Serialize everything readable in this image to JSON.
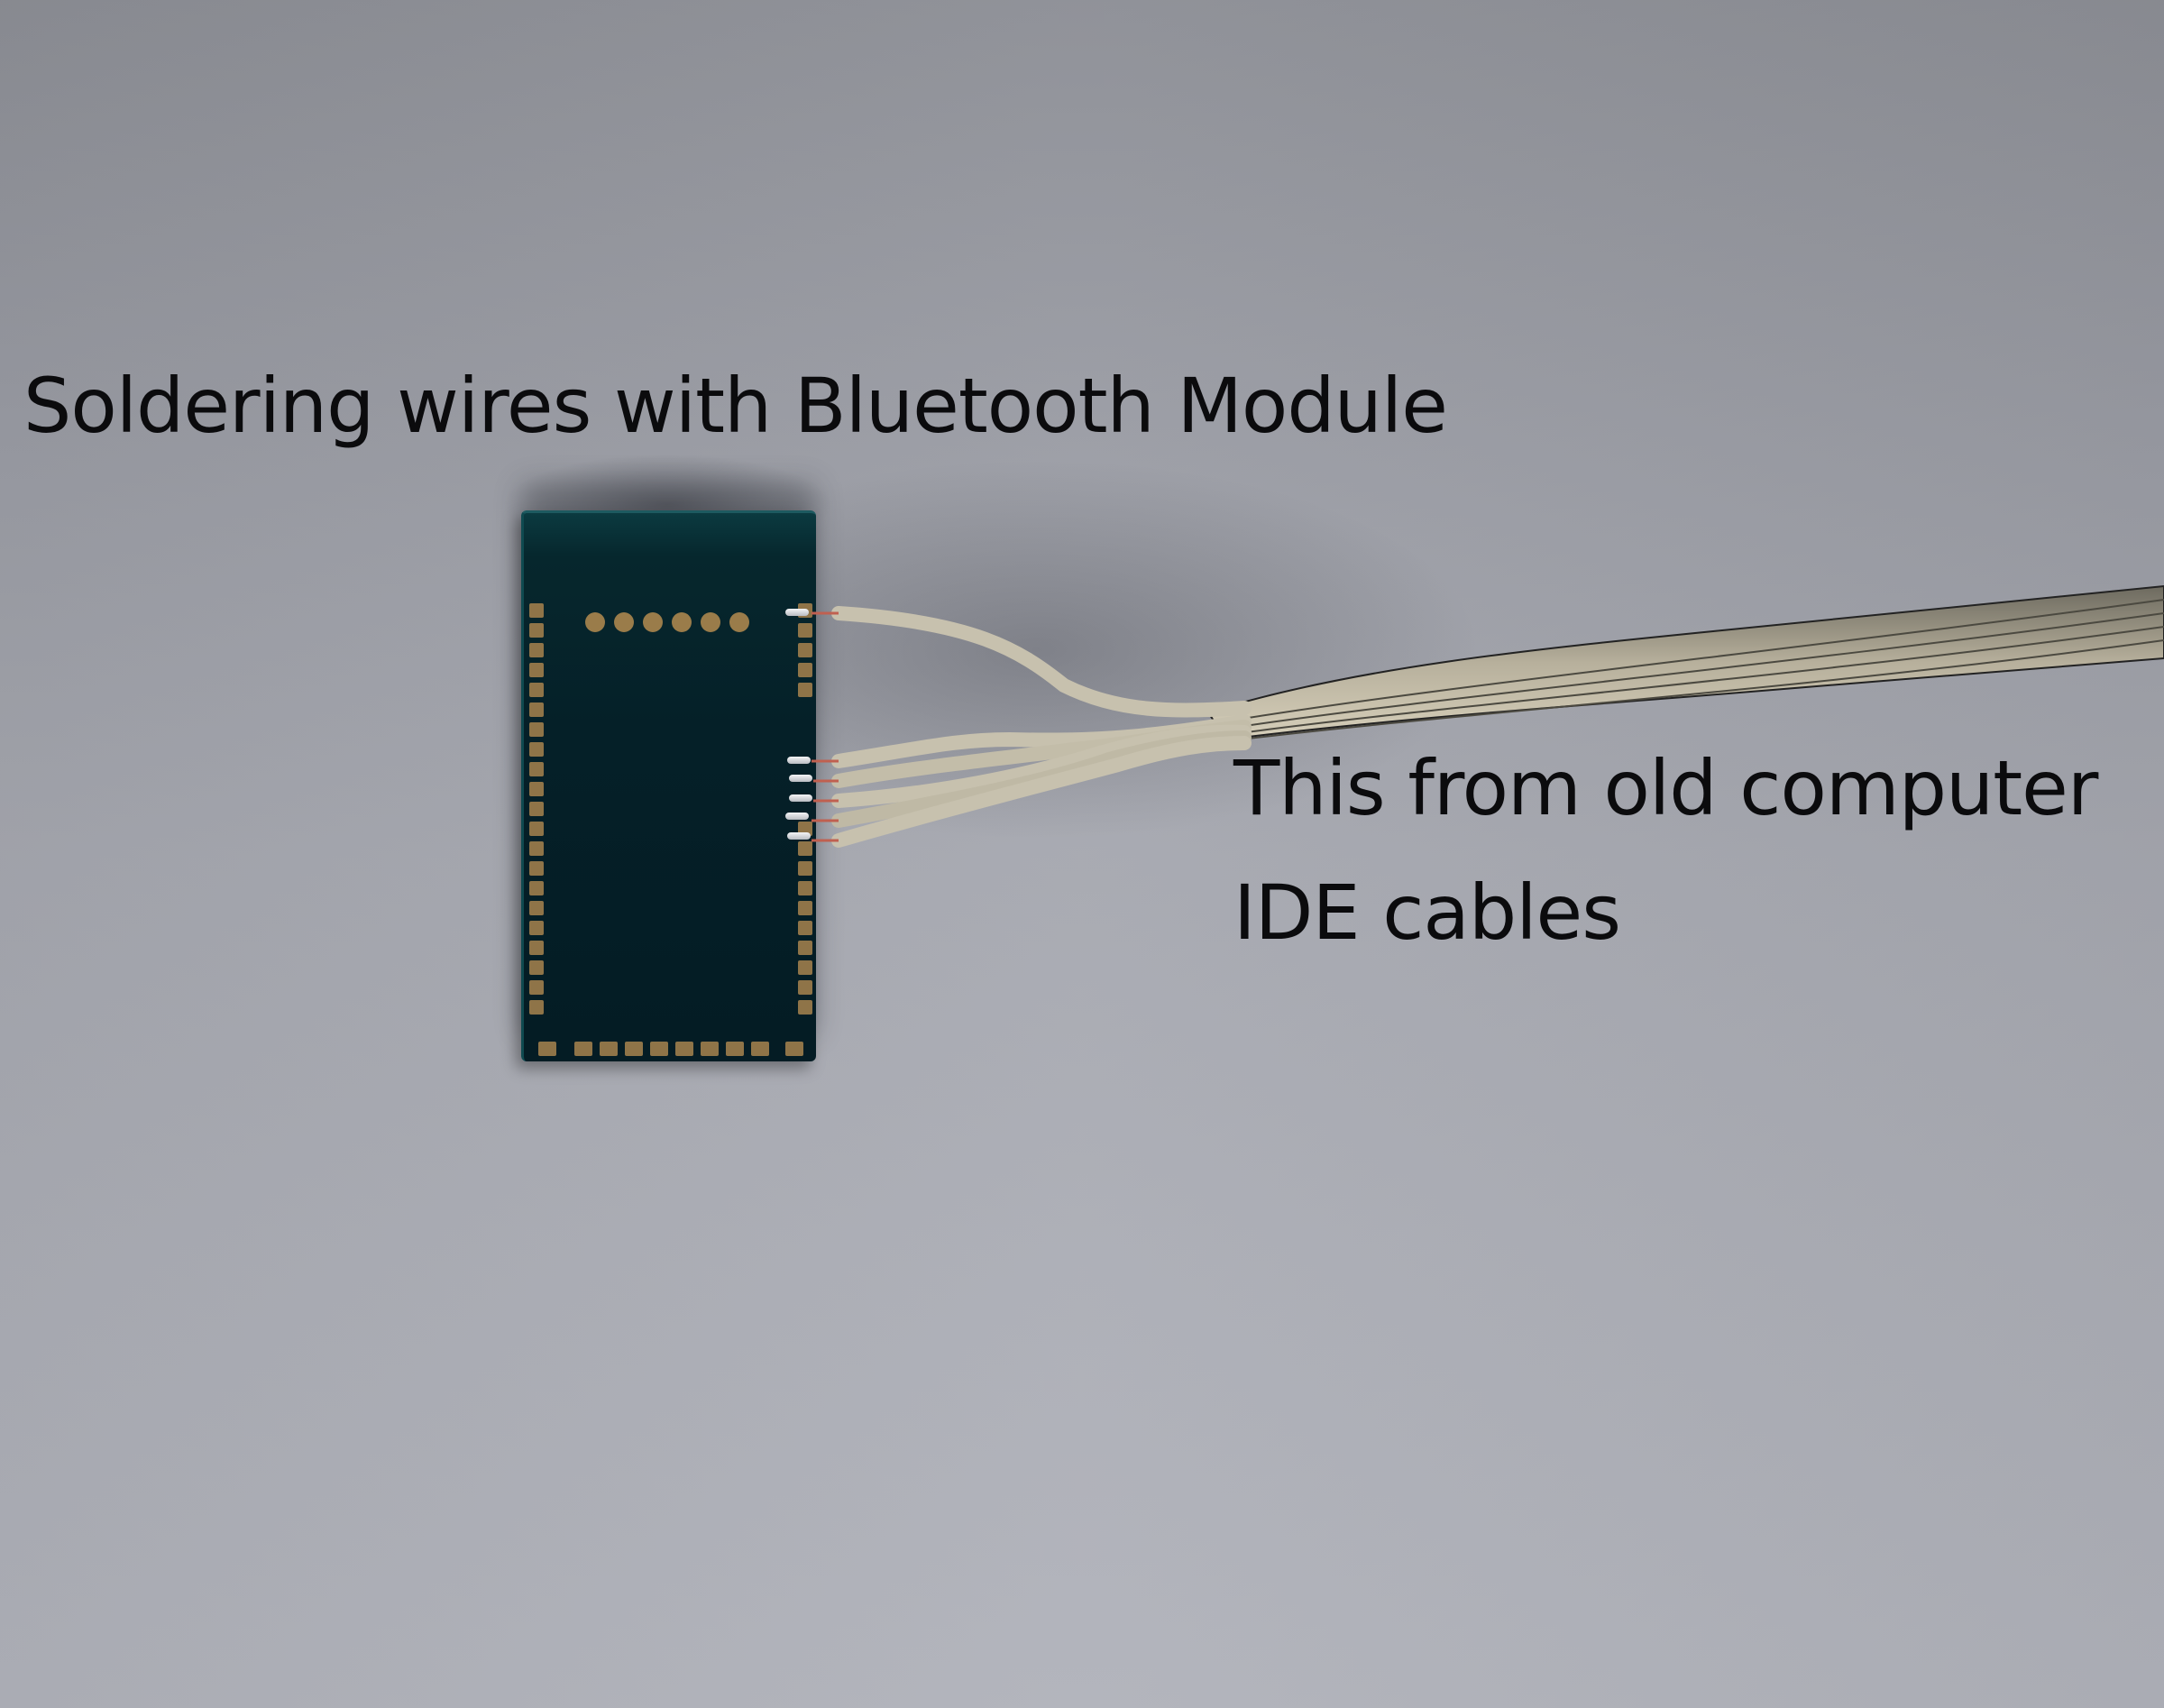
{
  "photo": {
    "subject": "Bluetooth module with soldered wires from IDE ribbon cable",
    "background_color": "#a6a8b0",
    "module_color": "#052028",
    "pad_color": "#8f7448",
    "wire_color": "#c9c3b2"
  },
  "captions": {
    "title": "Soldering wires with Bluetooth Module",
    "note_line1": "This from old computer",
    "note_line2": "IDE cables"
  }
}
